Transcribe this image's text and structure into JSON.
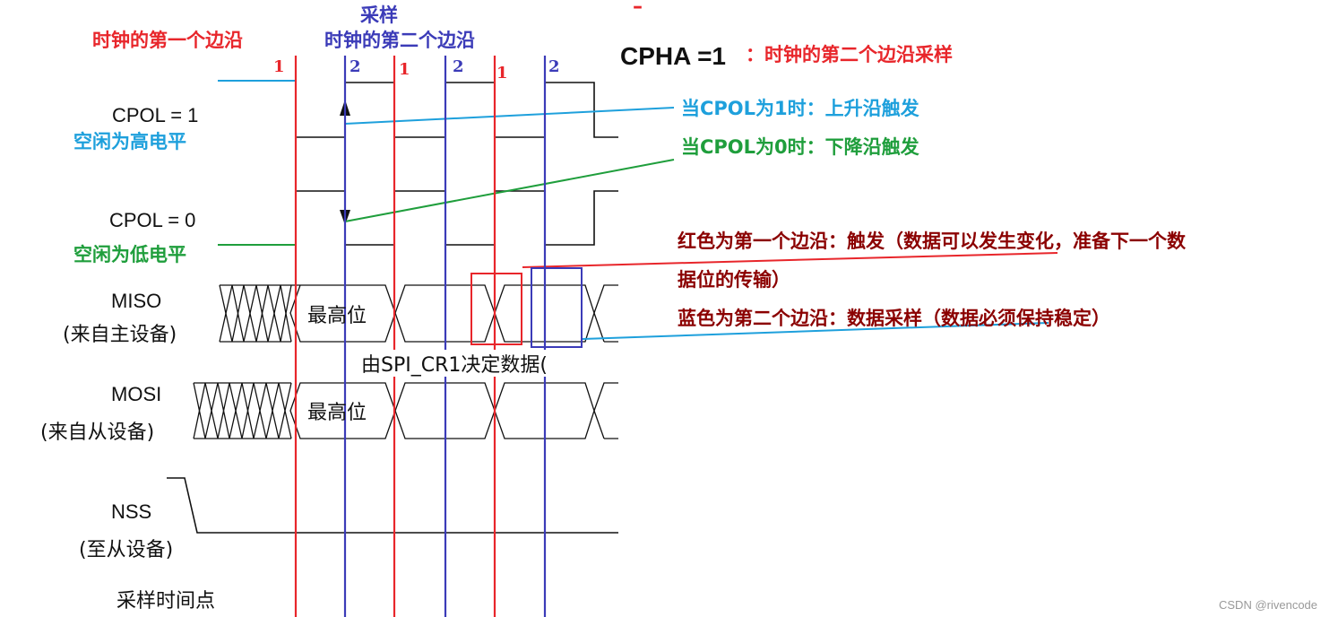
{
  "colors": {
    "red": "#e8262b",
    "blue": "#3b3bb8",
    "cyan": "#1ea0dc",
    "green": "#1f9e3c",
    "darkred": "#8b0000",
    "black": "#111111",
    "gray": "#999999"
  },
  "top": {
    "first_edge": "时钟的第一个边沿",
    "sample": "采样",
    "second_edge": "时钟的第二个边沿",
    "dash": "–",
    "cpha_label": "CPHA =1",
    "cpha_desc": "：时钟的第二个边沿采样"
  },
  "edge_numbers": [
    "1",
    "2",
    "1",
    "2",
    "1",
    "2"
  ],
  "signals": {
    "cpol1": "CPOL = 1",
    "cpol1_idle": "空闲为高电平",
    "cpol0": "CPOL = 0",
    "cpol0_idle": "空闲为低电平",
    "miso": "MISO",
    "miso_sub": "(来自主设备)",
    "mosi": "MOSI",
    "mosi_sub": "(来自从设备)",
    "nss": "NSS",
    "nss_sub": "(至从设备)",
    "sample_point": "采样时间点"
  },
  "data_labels": {
    "miso_msb": "最高位",
    "mosi_msb": "最高位",
    "cr1_note": "由SPI_CR1决定数据("
  },
  "notes": {
    "cpol1_trigger": "当CPOL为1时：上升沿触发",
    "cpol0_trigger": "当CPOL为0时：下降沿触发",
    "red_line1": "红色为第一个边沿：触发（数据可以发生变化，准备下一个数",
    "red_line2": "据位的传输）",
    "blue_line": "蓝色为第二个边沿：数据采样（数据必须保持稳定）"
  },
  "watermark": "CSDN @rivencode"
}
